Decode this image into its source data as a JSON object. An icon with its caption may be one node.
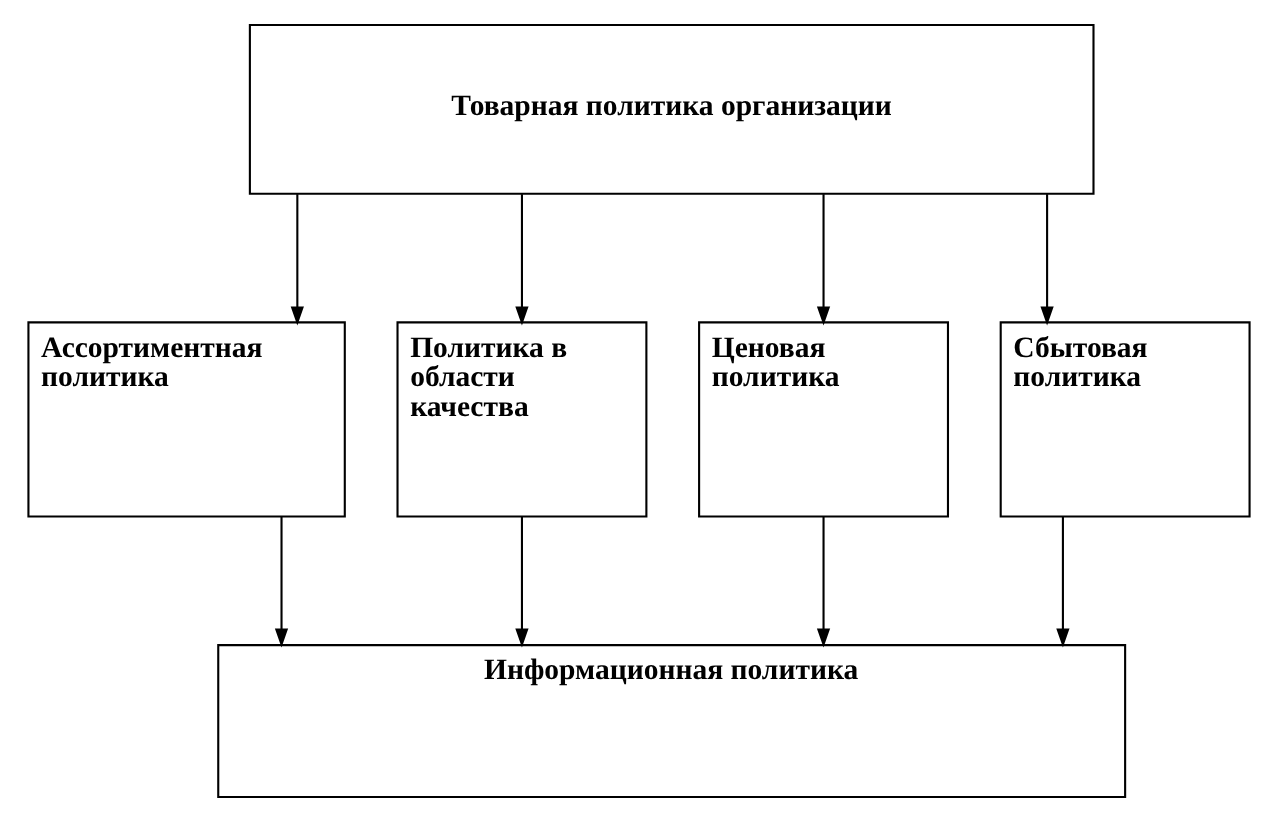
{
  "diagram": {
    "nodes": [
      {
        "text": [
          "Товарная политика организации"
        ]
      },
      {
        "text": [
          "Ассортиментная политика"
        ]
      },
      {
        "text": [
          "Политика в области качества"
        ]
      },
      {
        "text": [
          "Ценовая политика"
        ]
      },
      {
        "text": [
          "Сбытовая политика"
        ]
      },
      {
        "text": [
          "Информационная политика"
        ]
      }
    ],
    "edges": [
      {
        "from": 0,
        "to": 1,
        "arrow": "to"
      },
      {
        "from": 0,
        "to": 2,
        "arrow": "to"
      },
      {
        "from": 0,
        "to": 3,
        "arrow": "to"
      },
      {
        "from": 0,
        "to": 4,
        "arrow": "to"
      },
      {
        "from": 1,
        "to": 5,
        "arrow": "to"
      },
      {
        "from": 2,
        "to": 5,
        "arrow": "to"
      },
      {
        "from": 3,
        "to": 5,
        "arrow": "to"
      },
      {
        "from": 4,
        "to": 5,
        "arrow": "to"
      }
    ]
  }
}
